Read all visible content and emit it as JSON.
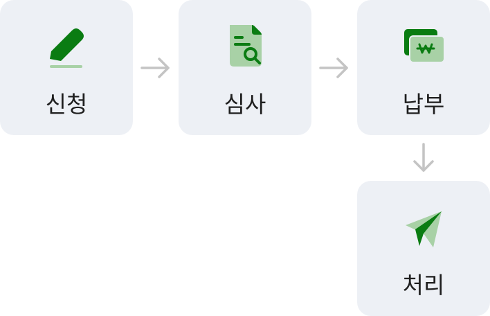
{
  "steps": [
    {
      "label": "신청",
      "icon": "pencil-icon"
    },
    {
      "label": "심사",
      "icon": "document-search-icon"
    },
    {
      "label": "납부",
      "icon": "won-banknote-icon"
    },
    {
      "label": "처리",
      "icon": "paper-plane-icon"
    }
  ],
  "colors": {
    "card_background": "#edf0f5",
    "icon_primary": "#0a7c12",
    "icon_secondary": "#a8d1a6",
    "arrow": "#c4c4c4",
    "label_text": "#1f1f1f"
  }
}
